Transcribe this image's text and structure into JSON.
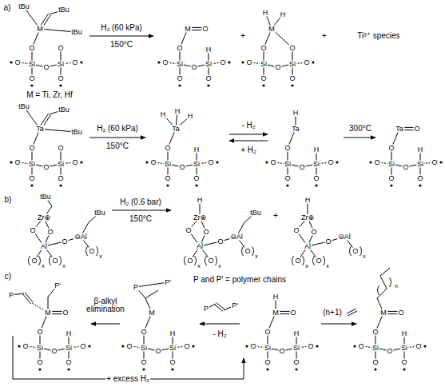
{
  "diagram": {
    "labels": [
      "a)",
      "M = Ti, Zr, Hf",
      "H₂ (60 kPa)",
      "150°C",
      "+",
      "+",
      "Ti³⁺ species",
      "H₂ (60 kPa)",
      "150°C",
      "- H₂",
      "+ H₂",
      "300°C",
      "b)",
      "H₂ (0.6 bar)",
      "150°C",
      "+",
      "c)",
      "P and P' = polymer chains",
      "β-alkyl elimination",
      "- H₂",
      "(n+1)",
      "+ excess H₂",
      "O",
      "Si",
      "O",
      "O",
      "O",
      "Si",
      "O",
      "O",
      "M",
      "tBu",
      "tBu",
      "tBu",
      "O",
      "O",
      "Si",
      "O",
      "O",
      "O",
      "Si",
      "O",
      "O",
      "M",
      "O",
      "H",
      "O",
      "Si",
      "O",
      "O",
      "O",
      "Si",
      "O",
      "O",
      "M",
      "H",
      "H",
      "O",
      "O",
      "Si",
      "O",
      "O",
      "O",
      "Si",
      "O",
      "O",
      "Ta",
      "tBu",
      "tBu",
      "tBu",
      "O",
      "O",
      "Si",
      "O",
      "O",
      "O",
      "Si",
      "O",
      "O",
      "Ta",
      "H",
      "H",
      "H",
      "H",
      "O",
      "Si",
      "O",
      "O",
      "O",
      "Si",
      "O",
      "O",
      "Ta",
      "H",
      "H",
      "O",
      "Si",
      "O",
      "O",
      "O",
      "Si",
      "O",
      "O",
      "Ta",
      "O",
      "H",
      "Zr⊕",
      "tBu",
      "O",
      "O",
      "Al",
      "O",
      "O",
      "O",
      "⊖Al",
      "O",
      "tBu",
      "x",
      "x",
      "x",
      "Zr⊕",
      "H",
      "O",
      "O",
      "Al",
      "O",
      "O",
      "O",
      "⊖Al",
      "O",
      "tBu",
      "x",
      "x",
      "x",
      "Zr⊕",
      "H",
      "O",
      "O",
      "Al",
      "O",
      "O",
      "O",
      "⊖Al",
      "O",
      "x",
      "x",
      "x",
      "O",
      "Si",
      "O",
      "O",
      "O",
      "Si",
      "O",
      "O",
      "M",
      "O",
      "H",
      "P'",
      "P",
      "P",
      "P'",
      "O",
      "Si",
      "O",
      "O",
      "O",
      "Si",
      "O",
      "O",
      "M",
      "P",
      "P'",
      "H",
      "O",
      "Si",
      "O",
      "O",
      "O",
      "Si",
      "O",
      "O",
      "M",
      "H",
      "O",
      "H",
      "O",
      "Si",
      "O",
      "O",
      "O",
      "Si",
      "O",
      "O",
      "M",
      "O",
      "H",
      "n"
    ]
  }
}
